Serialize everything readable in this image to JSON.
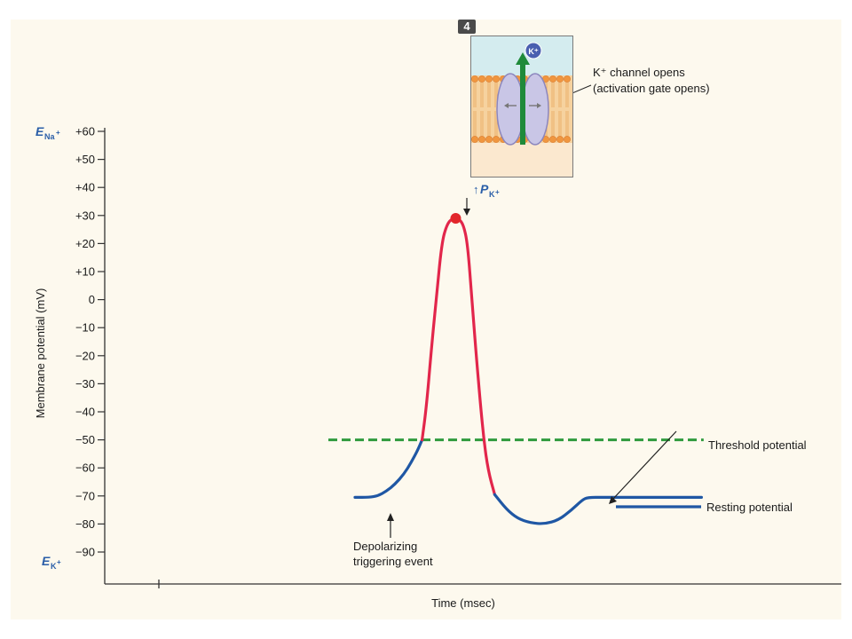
{
  "chart_data": {
    "type": "line",
    "title": "",
    "xlabel": "Time (msec)",
    "ylabel": "Membrane potential (mV)",
    "ylim": [
      -95,
      62
    ],
    "y_ticks": [
      60,
      50,
      40,
      30,
      20,
      10,
      0,
      -10,
      -20,
      -30,
      -40,
      -50,
      -60,
      -70,
      -80,
      -90
    ],
    "y_tick_labels": [
      "+60",
      "+50",
      "+40",
      "+30",
      "+20",
      "+10",
      "0",
      "−10",
      "−20",
      "−30",
      "−40",
      "−50",
      "−60",
      "−70",
      "−80",
      "−90"
    ],
    "reference_labels": {
      "ena_main": "E",
      "ena_sub": "Na",
      "ena_sup": "+",
      "ek_main": "E",
      "ek_sub": "K",
      "ek_sup": "+"
    },
    "series": [
      {
        "segment": "depolarizing-start",
        "color": "#1f57a4",
        "points": [
          [
            0,
            -70.5
          ],
          [
            13,
            -70.5
          ],
          [
            21,
            -70
          ],
          [
            29,
            -68.3
          ],
          [
            37,
            -65.8
          ],
          [
            45,
            -62.3
          ],
          [
            52,
            -58
          ],
          [
            58,
            -53.6
          ],
          [
            62,
            -50
          ]
        ]
      },
      {
        "segment": "action-potential",
        "color": "#e2264b",
        "points": [
          [
            62,
            -50
          ],
          [
            66,
            -38
          ],
          [
            70,
            -20
          ],
          [
            75,
            0
          ],
          [
            80,
            20
          ],
          [
            85,
            27
          ],
          [
            90,
            29
          ],
          [
            95,
            29
          ],
          [
            100,
            27
          ],
          [
            104,
            20
          ],
          [
            108,
            0
          ],
          [
            112,
            -20
          ],
          [
            116,
            -38
          ],
          [
            119,
            -50
          ],
          [
            123,
            -61
          ],
          [
            129,
            -69.5
          ]
        ]
      },
      {
        "segment": "hyperpolarization-recovery",
        "color": "#1f57a4",
        "points": [
          [
            129,
            -69.5
          ],
          [
            140,
            -74.8
          ],
          [
            150,
            -78
          ],
          [
            162,
            -79.6
          ],
          [
            175,
            -80
          ],
          [
            188,
            -78.6
          ],
          [
            200,
            -75
          ],
          [
            210,
            -71.4
          ],
          [
            215,
            -70.5
          ],
          [
            230,
            -70.5
          ],
          [
            280,
            -70.5
          ],
          [
            320,
            -70.5
          ]
        ]
      }
    ],
    "threshold": {
      "value": -50,
      "x_start": 0,
      "x_end": 322,
      "color": "#2f9a3c"
    },
    "peak_marker": {
      "x": 93,
      "y": 29,
      "color": "#e2262b"
    },
    "annotations": {
      "threshold_label": "Threshold potential",
      "resting_label": "Resting potential",
      "depolarizing_line1": "Depolarizing",
      "depolarizing_line2": "triggering event",
      "pk_arrow": "↑",
      "pk_main": "P",
      "pk_sub": "K",
      "pk_sup": "+",
      "channel_line1": "K⁺ channel opens",
      "channel_line2": "(activation gate opens)",
      "step_number": "4",
      "ion_label": "K⁺"
    }
  }
}
